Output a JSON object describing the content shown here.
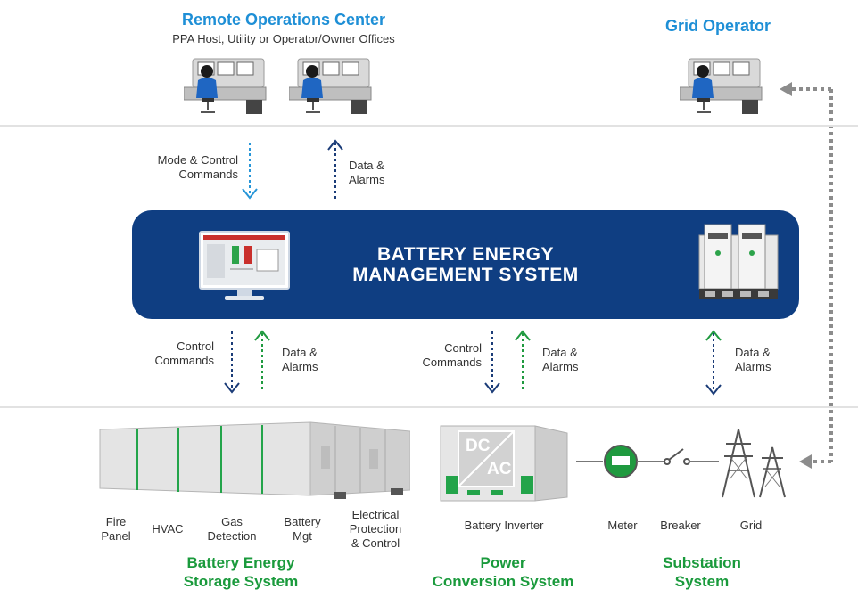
{
  "remote_center": {
    "title": "Remote Operations Center",
    "subtitle": "PPA Host, Utility or Operator/Owner Offices"
  },
  "grid_operator": {
    "title": "Grid Operator"
  },
  "top_flows": {
    "mode_control": "Mode & Control\nCommands",
    "data_alarms": "Data &\nAlarms"
  },
  "bems": {
    "title": "BATTERY ENERGY\nMANAGEMENT SYSTEM"
  },
  "lower_flows": [
    {
      "commands": "Control\nCommands",
      "data": "Data &\nAlarms"
    },
    {
      "commands": "Control\nCommands",
      "data": "Data &\nAlarms"
    },
    {
      "data": "Data &\nAlarms"
    }
  ],
  "inverter_box": {
    "dc": "DC",
    "ac": "AC"
  },
  "component_labels": {
    "fire_panel": "Fire\nPanel",
    "hvac": "HVAC",
    "gas_detection": "Gas\nDetection",
    "battery_mgt": "Battery\nMgt",
    "electrical_protection": "Electrical\nProtection\n& Control",
    "battery_inverter": "Battery Inverter",
    "meter": "Meter",
    "breaker": "Breaker",
    "grid": "Grid"
  },
  "systems": {
    "bess": "Battery Energy\nStorage System",
    "pcs": "Power\nConversion System",
    "substation": "Substation\nSystem"
  },
  "colors": {
    "heading_blue": "#1e8fd6",
    "heading_green": "#1a9a3c",
    "bems_navy": "#0f3e82",
    "arrow_navy": "#1b3c78",
    "arrow_green": "#1f9a3f",
    "arrow_lightblue": "#2796d8"
  }
}
